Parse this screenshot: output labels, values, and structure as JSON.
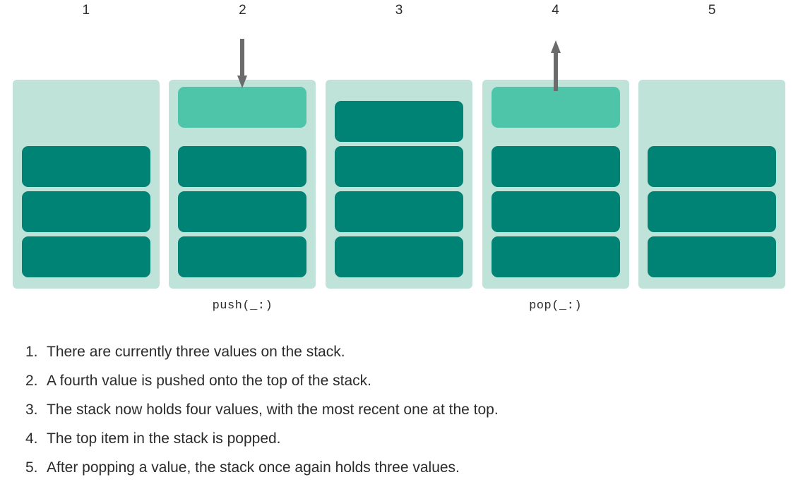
{
  "diagram": {
    "title_numbers": [
      "1",
      "2",
      "3",
      "4",
      "5"
    ],
    "colors": {
      "container_bg": "#bfe3d9",
      "filled_cell": "#008374",
      "incoming_cell": "#4ec5a8",
      "arrow": "#6b6b6b",
      "text": "#2b2b2b",
      "page_bg": "#ffffff"
    },
    "columns": [
      {
        "number": "1",
        "caption": "",
        "arrow": "none",
        "top_slot": null,
        "filled_count": 3
      },
      {
        "number": "2",
        "caption": "push(_:)",
        "arrow": "down",
        "top_slot": "incoming",
        "filled_count": 3
      },
      {
        "number": "3",
        "caption": "",
        "arrow": "none",
        "top_slot": null,
        "filled_count": 4
      },
      {
        "number": "4",
        "caption": "pop(_:)",
        "arrow": "up",
        "top_slot": "incoming",
        "filled_count": 3
      },
      {
        "number": "5",
        "caption": "",
        "arrow": "none",
        "top_slot": null,
        "filled_count": 3
      }
    ]
  },
  "descriptions": [
    {
      "num": "1.",
      "text": "There are currently three values on the stack."
    },
    {
      "num": "2.",
      "text": "A fourth value is pushed onto the top of the stack."
    },
    {
      "num": "3.",
      "text": "The stack now holds four values, with the most recent one at the top."
    },
    {
      "num": "4.",
      "text": "The top item in the stack is popped."
    },
    {
      "num": "5.",
      "text": "After popping a value, the stack once again holds three values."
    }
  ]
}
